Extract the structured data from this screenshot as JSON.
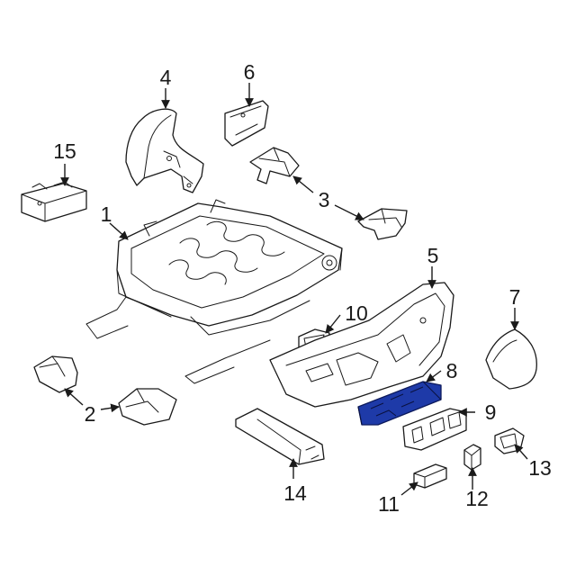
{
  "highlight_color": "#1e3aa8",
  "callouts": {
    "c1": "1",
    "c2": "2",
    "c3": "3",
    "c4": "4",
    "c5": "5",
    "c6": "6",
    "c7": "7",
    "c8": "8",
    "c9": "9",
    "c10": "10",
    "c11": "11",
    "c12": "12",
    "c13": "13",
    "c14": "14",
    "c15": "15"
  }
}
